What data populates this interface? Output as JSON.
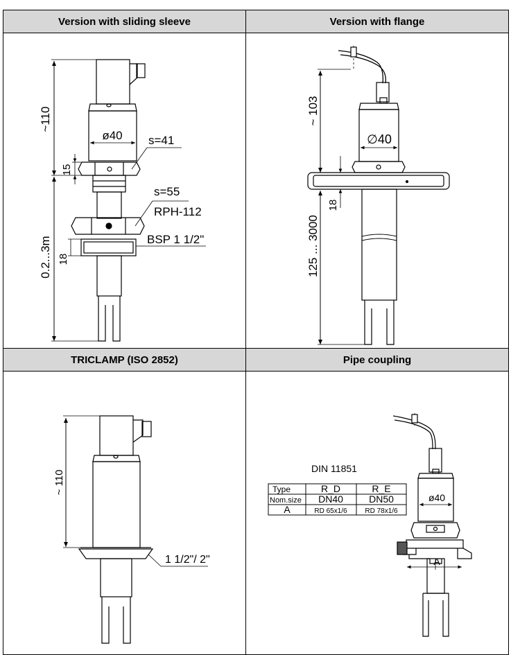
{
  "panels": {
    "top_left": {
      "title": "Version with sliding sleeve",
      "dim_height": "~110",
      "dim_dia": "ø40",
      "dim_s1": "s=41",
      "dim_15": "15",
      "dim_s2": "s=55",
      "part": "RPH-112",
      "thread": "BSP 1 1/2\"",
      "dim_len": "0.2...3m",
      "dim_18": "18"
    },
    "top_right": {
      "title": "Version with flange",
      "dim_height": "~ 103",
      "dim_dia": "∅40",
      "dim_18": "18",
      "dim_len": "125 ... 3000"
    },
    "bottom_left": {
      "title": "TRICLAMP (ISO 2852)",
      "dim_height": "~ 110",
      "clamp": "1 1/2\"/ 2\""
    },
    "bottom_right": {
      "title": "Pipe coupling",
      "dim_dia": "ø40",
      "dim_a": "A",
      "table": {
        "caption": "DIN 11851",
        "rows": [
          [
            "Type",
            "R_D",
            "R_E"
          ],
          [
            "Nom.size",
            "DN40",
            "DN50"
          ],
          [
            "A",
            "RD 65x1/6",
            "RD 78x1/6"
          ]
        ]
      }
    }
  }
}
